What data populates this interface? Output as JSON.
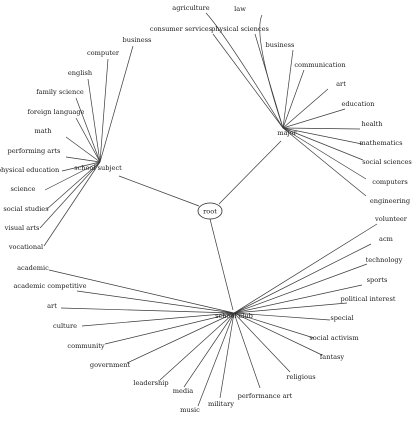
{
  "root": {
    "label": "root"
  },
  "hubs": {
    "school_subject": {
      "label": "school subject",
      "children": [
        "business",
        "computer",
        "english",
        "family science",
        "foreign language",
        "math",
        "performing arts",
        "physical education",
        "science",
        "social studies",
        "visual arts",
        "vocational"
      ]
    },
    "major": {
      "label": "major",
      "children": [
        "agriculture",
        "law",
        "consumer services",
        "physical sciences",
        "business",
        "communication",
        "art",
        "education",
        "health",
        "mathematics",
        "social sciences",
        "computers",
        "engineering"
      ]
    },
    "school_club": {
      "label": "school club",
      "children": [
        "volunteer",
        "acm",
        "technology",
        "sports",
        "political interest",
        "special",
        "social activism",
        "fantasy",
        "religious",
        "performance art",
        "military",
        "music",
        "media",
        "leadership",
        "government",
        "community",
        "culture",
        "art",
        "academic competitive",
        "academic"
      ]
    }
  }
}
